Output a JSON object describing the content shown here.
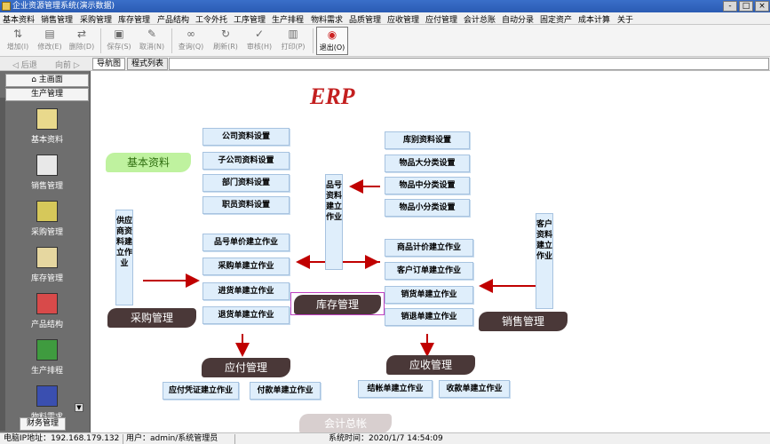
{
  "window": {
    "title": "企业资源管理系统(演示数据)",
    "minimize": "-",
    "maximize": "□",
    "close": "×"
  },
  "menu": [
    "基本资料",
    "销售管理",
    "采购管理",
    "库存管理",
    "产品结构",
    "工令外托",
    "工序管理",
    "生产排程",
    "物料需求",
    "品质管理",
    "应收管理",
    "应付管理",
    "会计总账",
    "自动分录",
    "固定资产",
    "成本计算",
    "关于"
  ],
  "toolbar": [
    {
      "label": "增加(I)",
      "icon": "add-icon",
      "enabled": false
    },
    {
      "label": "修改(E)",
      "icon": "edit-icon",
      "enabled": false
    },
    {
      "label": "删除(D)",
      "icon": "delete-icon",
      "enabled": false
    },
    {
      "label": "保存(S)",
      "icon": "save-icon",
      "enabled": false
    },
    {
      "label": "取消(N)",
      "icon": "cancel-icon",
      "enabled": false
    },
    {
      "label": "查询(Q)",
      "icon": "binoculars-icon",
      "enabled": false
    },
    {
      "label": "刷新(R)",
      "icon": "refresh-icon",
      "enabled": false
    },
    {
      "label": "审核(H)",
      "icon": "check-icon",
      "enabled": false
    },
    {
      "label": "打印(P)",
      "icon": "print-icon",
      "enabled": false
    }
  ],
  "exit_label": "退出(O)",
  "nav": {
    "back": "◁ 后退",
    "forward": "向前 ▷",
    "tabs": [
      "导航图",
      "程式列表"
    ]
  },
  "sidebar": {
    "main_label": "主画面",
    "section_label": "生产管理",
    "items": [
      {
        "label": "基本资料",
        "icon": "document-icon",
        "color": "#e9d98c"
      },
      {
        "label": "销售管理",
        "icon": "form-icon",
        "color": "#e8e8e8"
      },
      {
        "label": "采购管理",
        "icon": "books-icon",
        "color": "#d6c85a"
      },
      {
        "label": "库存管理",
        "icon": "pen-paper-icon",
        "color": "#e6d7a0"
      },
      {
        "label": "产品结构",
        "icon": "bar-chart-icon",
        "color": "#d84a4a"
      },
      {
        "label": "生产排程",
        "icon": "gears-icon",
        "color": "#3f9b3f"
      },
      {
        "label": "物料需求",
        "icon": "book-icon",
        "color": "#3a4fb0"
      }
    ],
    "footer_label": "财务管理"
  },
  "diagram": {
    "logo": "ERP",
    "basic": "基本资料",
    "company_boxes": [
      "公司资料设置",
      "子公司资料设置",
      "部门资料设置",
      "职员资料设置"
    ],
    "warehouse_boxes": [
      "库别资料设置",
      "物品大分类设置",
      "物品中分类设置",
      "物品小分类设置"
    ],
    "item_vertical": "品号资料建立作业",
    "supplier_vertical": "供应商资料建立作业",
    "customer_vertical": "客户资料建立作业",
    "purchase_boxes": [
      "品号单价建立作业",
      "采购单建立作业",
      "进货单建立作业",
      "退货单建立作业"
    ],
    "sales_boxes": [
      "商品计价建立作业",
      "客户订单建立作业",
      "销货单建立作业",
      "销退单建立作业"
    ],
    "purchase_mgmt": "采购管理",
    "stock_mgmt": "库存管理",
    "sales_mgmt": "销售管理",
    "payable_mgmt": "应付管理",
    "receivable_mgmt": "应收管理",
    "payable_boxes": [
      "应付凭证建立作业",
      "付款单建立作业"
    ],
    "receivable_boxes": [
      "结帐单建立作业",
      "收款单建立作业"
    ],
    "ledger": "会计总帐"
  },
  "status": {
    "ip_label": "电脑IP地址：192.168.179.132",
    "user_label": "用户：admin/系统管理员",
    "time_label": "系统时间：2020/1/7 14:54:09"
  },
  "colors": {
    "titlebar": "#2a5bb3",
    "box_fill": "#dfeefb",
    "arrow": "#c00000"
  }
}
